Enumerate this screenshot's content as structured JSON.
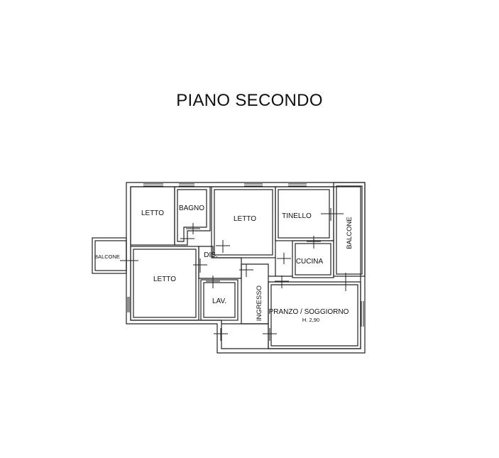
{
  "title": "PIANO SECONDO",
  "rooms": {
    "letto_nw": "LETTO",
    "bagno": "BAGNO",
    "letto_center": "LETTO",
    "tinello": "TINELLO",
    "balcone_east": "BALCONE",
    "balcone_west": "BALCONE",
    "dis": "DIS.",
    "letto_sw": "LETTO",
    "cucina": "CUCINA",
    "lav": "LAV.",
    "ingresso": "INGRESSO",
    "pranzo": "PRANZO / SOGGIORNO",
    "height_note": "H. 2,90"
  }
}
